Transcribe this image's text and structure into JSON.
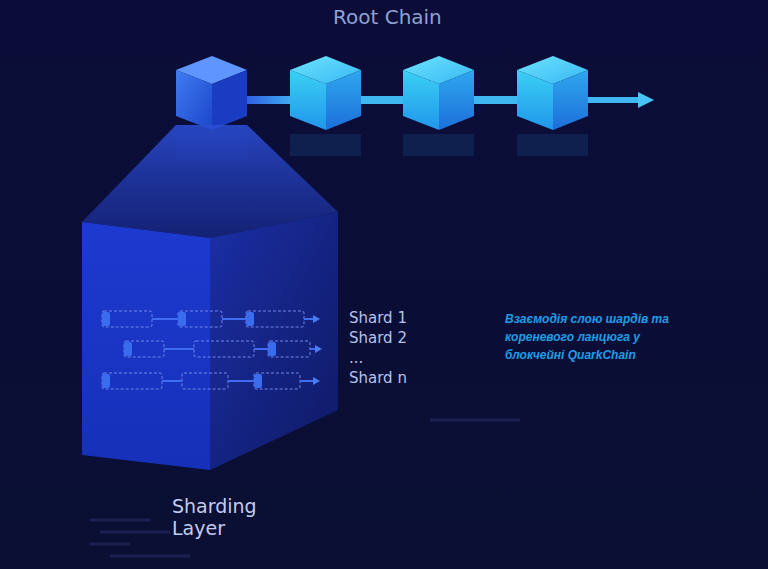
{
  "diagram": {
    "title": "Root Chain",
    "caption": "Взаємодія слою шардів та кореневого ланцюга у блокчейні QuarkChain",
    "nodes": [
      {
        "text": [
          "Sharding Layer"
        ]
      }
    ],
    "labels": [
      "Shard 1",
      "Shard 2",
      "...",
      "Shard n"
    ]
  }
}
